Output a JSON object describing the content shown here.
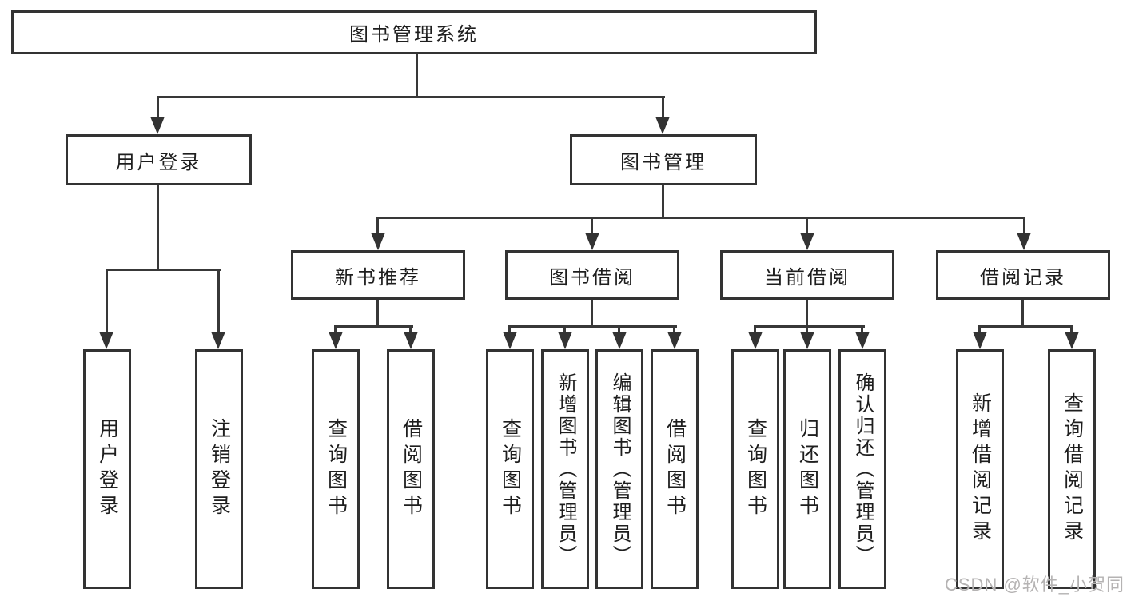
{
  "diagram_type": "hierarchy-tree",
  "tree": {
    "label": "图书管理系统",
    "children": [
      {
        "label": "用户登录",
        "children": [
          {
            "label": "用户登录"
          },
          {
            "label": "注销登录"
          }
        ]
      },
      {
        "label": "图书管理",
        "children": [
          {
            "label": "新书推荐",
            "children": [
              {
                "label": "查询图书"
              },
              {
                "label": "借阅图书"
              }
            ]
          },
          {
            "label": "图书借阅",
            "children": [
              {
                "label": "查询图书"
              },
              {
                "label": "新增图书（管理员）"
              },
              {
                "label": "编辑图书（管理员）"
              },
              {
                "label": "借阅图书"
              }
            ]
          },
          {
            "label": "当前借阅",
            "children": [
              {
                "label": "查询图书"
              },
              {
                "label": "归还图书"
              },
              {
                "label": "确认归还（管理员）"
              }
            ]
          },
          {
            "label": "借阅记录",
            "children": [
              {
                "label": "新增借阅记录"
              },
              {
                "label": "查询借阅记录"
              }
            ]
          }
        ]
      }
    ]
  },
  "watermark": "CSDN @软件_小贺同学",
  "colors": {
    "line": "#333333",
    "text": "#1e1e1e",
    "watermark": "#b5b3b3",
    "background": "#ffffff"
  }
}
